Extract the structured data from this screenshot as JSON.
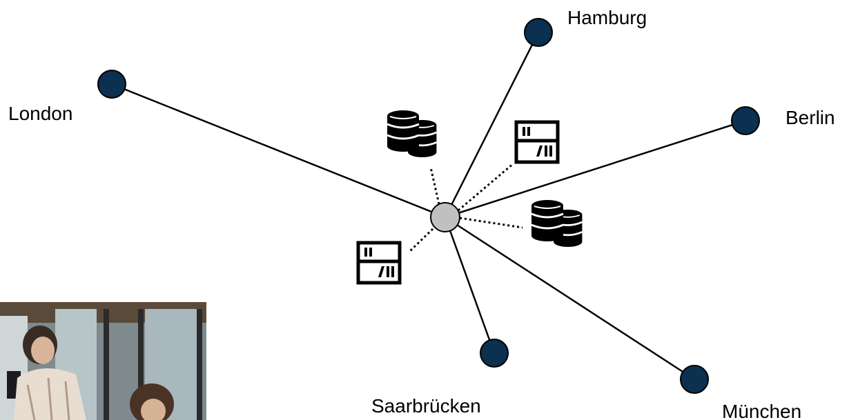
{
  "diagram": {
    "hub": {
      "name": "central-hub",
      "color": "#c0c0c0"
    },
    "node_color": "#0b3050",
    "nodes": [
      {
        "id": "hamburg",
        "label": "Hamburg"
      },
      {
        "id": "london",
        "label": "London"
      },
      {
        "id": "berlin",
        "label": "Berlin"
      },
      {
        "id": "saarbruecken",
        "label": "Saarbrücken"
      },
      {
        "id": "muenchen",
        "label": "München"
      }
    ],
    "resource_icons": [
      {
        "id": "database-top",
        "icon": "database-icon"
      },
      {
        "id": "library-top",
        "icon": "library-icon"
      },
      {
        "id": "database-right",
        "icon": "database-icon"
      },
      {
        "id": "library-left",
        "icon": "library-icon"
      }
    ]
  },
  "photo": {
    "description_icon": "office-photo"
  }
}
